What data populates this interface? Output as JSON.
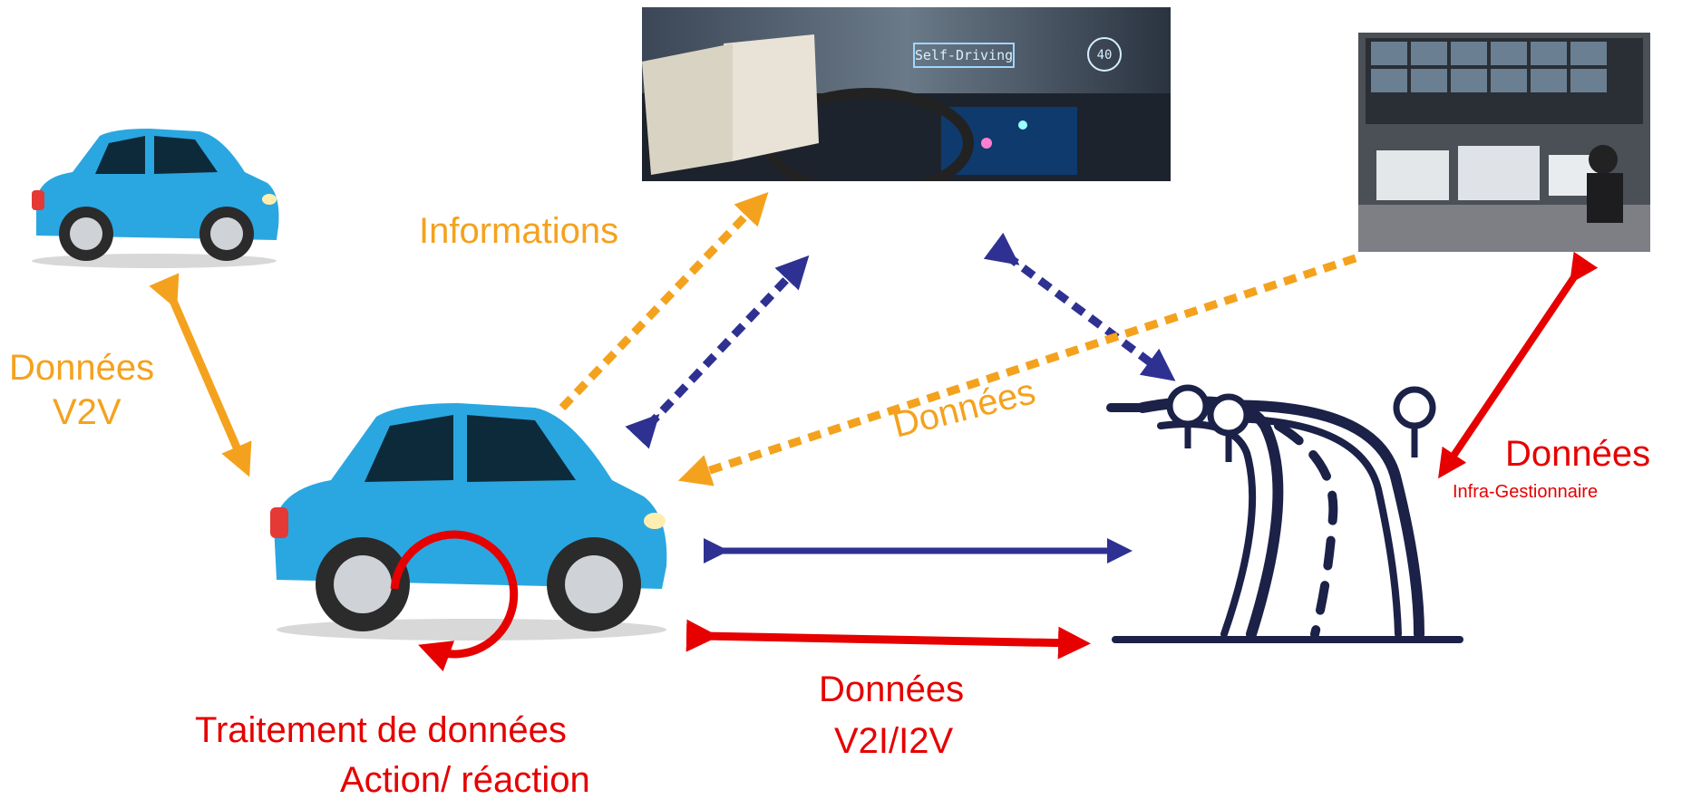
{
  "colors": {
    "orange": "#f4a21e",
    "red": "#e60000",
    "navy": "#2e3192",
    "road": "#1b2147",
    "car_body": "#2aa7e0"
  },
  "images": {
    "small_car": "blue-car-icon",
    "main_car": "blue-car-icon",
    "self_driving_photo": "self-driving-car-interior-photo",
    "control_room_photo": "traffic-control-room-photo",
    "road_icon": "road-with-trees-icon"
  },
  "self_driving_screen_text": "Self-Driving",
  "labels": {
    "informations": "Informations",
    "donnees_v2v_line1": "Données",
    "donnees_v2v_line2": "V2V",
    "donnees_diag": "Données",
    "donnees_infra_line1": "Données",
    "donnees_infra_line2": "Infra-Gestionnaire",
    "donnees_v2i_line1": "Données",
    "donnees_v2i_line2": "V2I/I2V",
    "traitement_line1": "Traitement de données",
    "traitement_line2": "Action/ réaction"
  }
}
